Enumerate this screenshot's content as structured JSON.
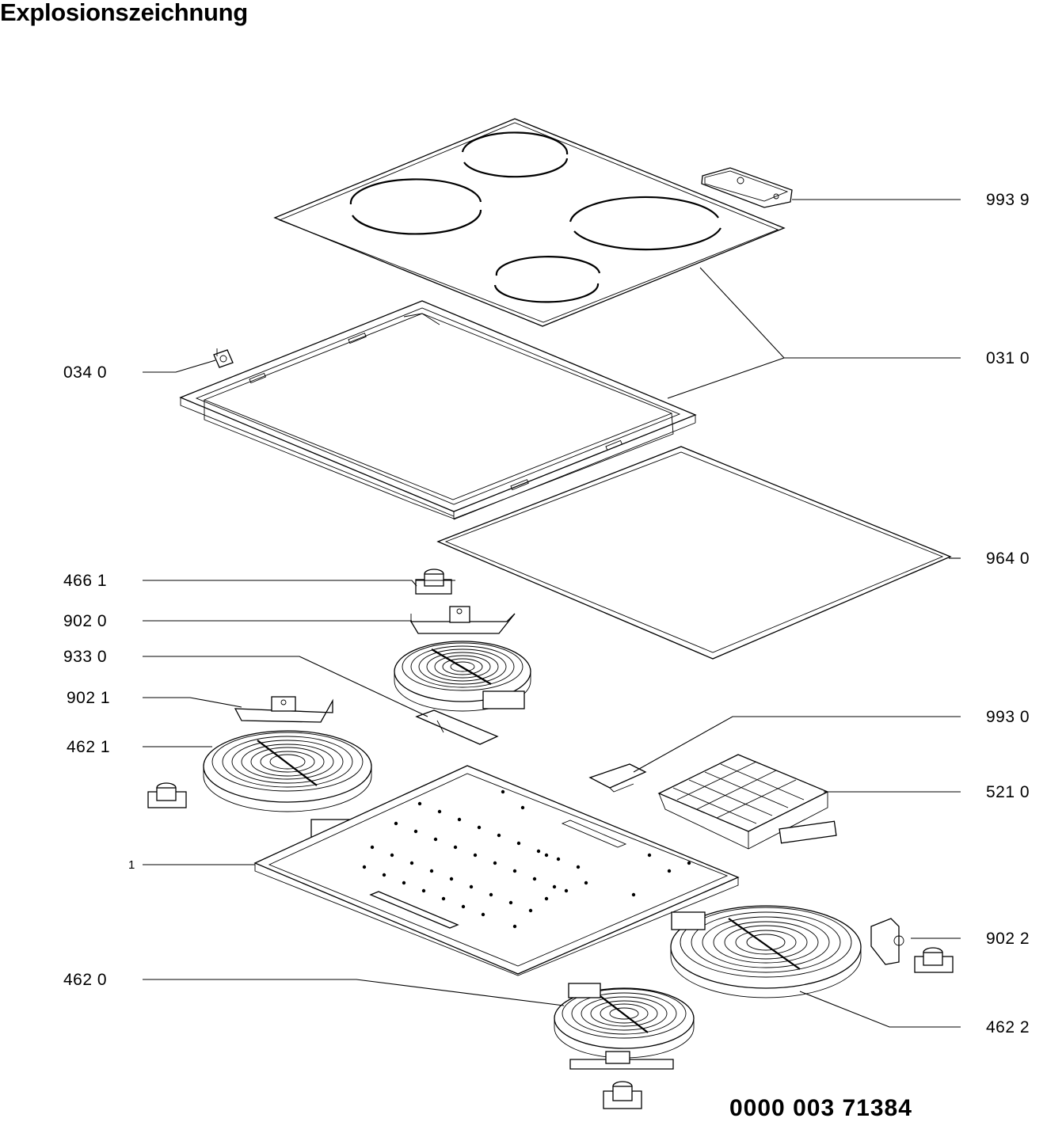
{
  "title": "Explosionszeichnung",
  "doc_number": "0000 003 71384",
  "callouts": [
    {
      "id": "993-9",
      "text": "993 9",
      "side": "right"
    },
    {
      "id": "034-0",
      "text": "034 0",
      "side": "left"
    },
    {
      "id": "031-0",
      "text": "031 0",
      "side": "right"
    },
    {
      "id": "964-0",
      "text": "964 0",
      "side": "right"
    },
    {
      "id": "466-1",
      "text": "466 1",
      "side": "left"
    },
    {
      "id": "902-0",
      "text": "902 0",
      "side": "left"
    },
    {
      "id": "933-0",
      "text": "933 0",
      "side": "left"
    },
    {
      "id": "902-1",
      "text": "902 1",
      "side": "left"
    },
    {
      "id": "993-0",
      "text": "993 0",
      "side": "right"
    },
    {
      "id": "462-1",
      "text": "462 1",
      "side": "left"
    },
    {
      "id": "521-0",
      "text": "521 0",
      "side": "right"
    },
    {
      "id": "1",
      "text": "1",
      "side": "left"
    },
    {
      "id": "902-2",
      "text": "902 2",
      "side": "right"
    },
    {
      "id": "462-0",
      "text": "462 0",
      "side": "left"
    },
    {
      "id": "462-2",
      "text": "462 2",
      "side": "right"
    }
  ]
}
